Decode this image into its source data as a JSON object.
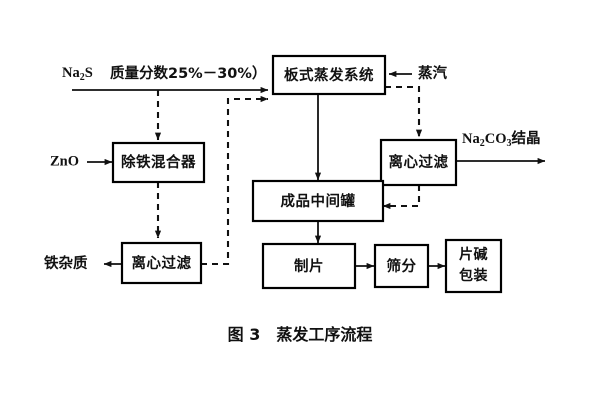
{
  "figure": {
    "caption_label": "图 3",
    "caption_title": "蒸发工序流程",
    "background_color": "#ffffff",
    "line_color": "#111111"
  },
  "boxes": [
    {
      "id": "plate-evaporation-system",
      "label": "板式蒸发系统"
    },
    {
      "id": "iron-removal-mixer",
      "label": "除铁混合器"
    },
    {
      "id": "centrifugal-filter-upper",
      "label": "离心过滤"
    },
    {
      "id": "centrifugal-filter-lower",
      "label": "离心过滤"
    },
    {
      "id": "product-intermediate-tank",
      "label": "成品中间罐"
    },
    {
      "id": "tablet-making",
      "label": "制片"
    },
    {
      "id": "sieving",
      "label": "筛分"
    },
    {
      "id": "flake-caustic-packaging",
      "label_line1": "片碱",
      "label_line2": "包装"
    }
  ],
  "inputs": {
    "feed_formula_pre": "Na",
    "feed_formula_sub": "2",
    "feed_formula_post": "S",
    "feed_spec": "质量分数25%－30%）",
    "steam": "蒸汽",
    "zinc_oxide": "ZnO"
  },
  "outputs": {
    "soda_ash_pre": "Na",
    "soda_ash_sub1": "2",
    "soda_ash_mid": "CO",
    "soda_ash_sub2": "3",
    "soda_ash_post": "结晶",
    "iron_impurity": "铁杂质"
  }
}
